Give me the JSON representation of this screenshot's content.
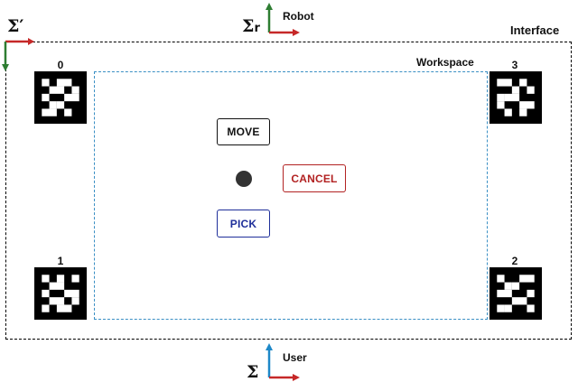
{
  "interface": {
    "label": "Interface"
  },
  "workspace": {
    "label": "Workspace"
  },
  "frames": {
    "robot": {
      "label": "Robot",
      "symbol": "Σ",
      "subscript": "r"
    },
    "user": {
      "label": "User",
      "symbol": "Σ"
    },
    "interface_frame": {
      "symbol": "Σ′"
    }
  },
  "markers": [
    {
      "id": "0"
    },
    {
      "id": "3"
    },
    {
      "id": "1"
    },
    {
      "id": "2"
    }
  ],
  "buttons": {
    "move": "MOVE",
    "cancel": "CANCEL",
    "pick": "PICK"
  },
  "colors": {
    "x_axis": "#c62828",
    "y_axis_green": "#2e7d32",
    "y_axis_blue": "#1e88c8",
    "workspace_border": "#3a8fc4",
    "cancel": "#b22222",
    "pick": "#1f2f9a"
  }
}
